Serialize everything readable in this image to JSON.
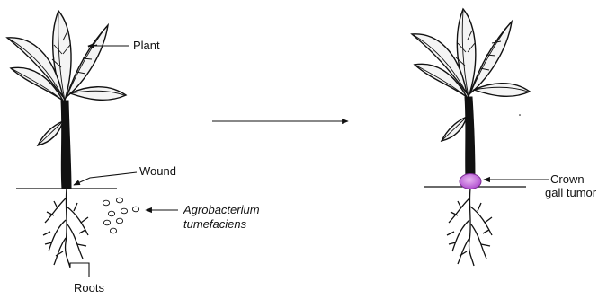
{
  "labels": {
    "plant": "Plant",
    "wound": "Wound",
    "agrobacterium_line1": "Agrobacterium",
    "agrobacterium_line2": "tumefaciens",
    "roots": "Roots",
    "crown_line1": "Crown",
    "crown_line2": "gall tumor"
  },
  "colors": {
    "ink": "#111111",
    "tumor": "#c05fd6",
    "tumor_highlight": "#e9b8f2",
    "leaf_fill": "#f4f4f4"
  },
  "icons": {
    "transition_arrow": "right-arrow"
  }
}
